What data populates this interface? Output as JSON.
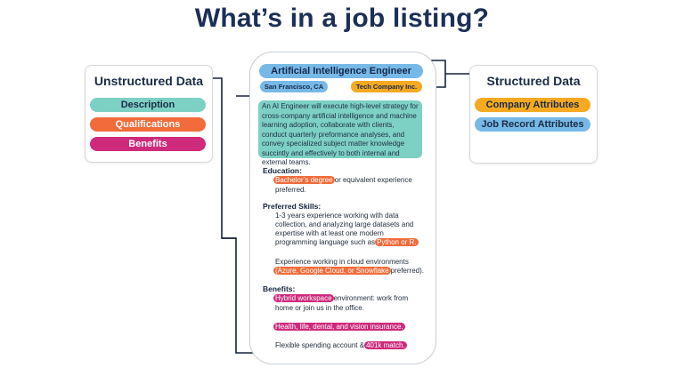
{
  "title": "What’s in a job listing?",
  "unstructured": {
    "heading": "Unstructured Data",
    "items": [
      "Description",
      "Qualifications",
      "Benefits"
    ]
  },
  "structured": {
    "heading": "Structured Data",
    "items": [
      "Company Attributes",
      "Job Record Attributes"
    ]
  },
  "listing": {
    "job_title": "Artificial Intelligence Engineer",
    "location": "San Francisco, CA",
    "company": "Tech Company Inc.",
    "description": "An AI Engineer will execute high-level strategy for cross-company artificial intelligence and machine learning adoption, collaborate with clients, conduct quarterly preformance analyses, and convey specialized subject matter knowledge succintly and effectively to both internal and external teams.",
    "education": {
      "heading": "Education:",
      "degree": "Bachelor’s degree",
      "rest": "or equivalent experience",
      "line2": "preferred."
    },
    "skills": {
      "heading": "Preferred Skills:",
      "p1_l1": "1-3 years experience working with data",
      "p1_l2": "collection, and analyzing large datasets and",
      "p1_l3": "expertise with at least one modern",
      "p1_l4": "programming language such as",
      "p1_hl": "Python or R.",
      "p2_l1": "Experience working in cloud environments",
      "p2_hl": "(Azure, Google Cloud, or Snowflake",
      "p2_rest": "preferred)."
    },
    "benefits": {
      "heading": "Benefits:",
      "hybrid": "Hybrid workspace",
      "hybrid_rest": "environment: work from",
      "hybrid_l2": "home or join us in the office.",
      "insurance": "Health, life, dental, and vision insurance.",
      "fsa": "Flexible spending account &",
      "k401": "401k match."
    }
  },
  "colors": {
    "teal": "#7dd0c4",
    "orange": "#f26b3a",
    "magenta": "#cf2a7c",
    "gold": "#f5aa22",
    "blue": "#77b9e6",
    "title": "#1b2f57"
  }
}
